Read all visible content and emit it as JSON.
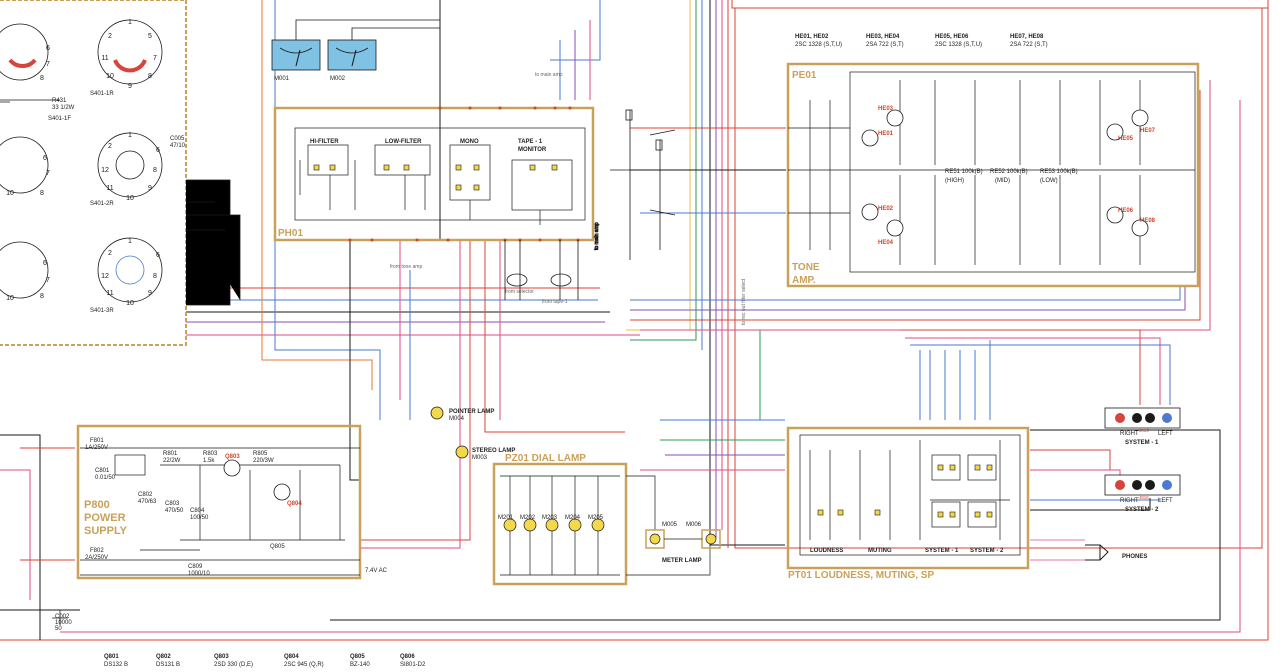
{
  "colors": {
    "block_outline": "#c9a15a",
    "wire_black": "#1a1a1a",
    "wire_red": "#d8433a",
    "wire_pink": "#e04a8a",
    "wire_orange": "#e37a2c",
    "wire_green": "#2e9a5a",
    "wire_blue": "#4a7bd0",
    "wire_purple": "#8a4fb0",
    "wire_yellow": "#e8c040",
    "meter_fill": "#7fc2e3",
    "lamp_fill": "#f2d84a"
  },
  "blocks": {
    "pe01": {
      "name": "PE01",
      "sub": "TONE",
      "sub2": "AMP."
    },
    "ph01": {
      "name": "PH01"
    },
    "p800": {
      "name": "P800",
      "sub": "POWER",
      "sub2": "SUPPLY"
    },
    "pz01": {
      "name": "PZ01 DIAL LAMP"
    },
    "pt01": {
      "name": "PT01 LOUDNESS, MUTING, SP"
    }
  },
  "ph01_labels": {
    "hi_filter": "HI-FILTER",
    "low_filter": "LOW-FILTER",
    "mono": "MONO",
    "tape_monitor_1": "TAPE - 1",
    "tape_monitor_2": "MONITOR"
  },
  "meters": [
    {
      "id": "M001"
    },
    {
      "id": "M002"
    }
  ],
  "transistor_header": [
    {
      "ids": "HE01, HE02",
      "part": "2SC 1328 (S,T,U)"
    },
    {
      "ids": "HE03, HE04",
      "part": "2SA 722 (S,T)"
    },
    {
      "ids": "HE05, HE06",
      "part": "2SC 1328 (S,T,U)"
    },
    {
      "ids": "HE07, HE08",
      "part": "2SA 722 (S,T)"
    }
  ],
  "tone_labels": {
    "q": [
      "HE01",
      "HE02",
      "HE03",
      "HE04",
      "HE05",
      "HE06",
      "HE07",
      "HE08"
    ],
    "high": "(HIGH)",
    "mid": "(MID)",
    "low": "(LOW)",
    "re51": "RE51 100k(B)",
    "re52": "RE52 100k(B)",
    "re53": "RE53 100k(B)"
  },
  "lamps": {
    "pointer": {
      "name": "POINTER LAMP",
      "id": "M004"
    },
    "stereo": {
      "name": "STEREO LAMP",
      "id": "M003"
    },
    "meter_lamp": "METER LAMP",
    "meter_ids": [
      "M005",
      "M006"
    ],
    "dial": [
      "M201",
      "M202",
      "M203",
      "M204",
      "M205"
    ]
  },
  "pt01_labels": {
    "loudness": "LOUDNESS",
    "muting": "MUTING",
    "system1": "SYSTEM - 1",
    "system2": "SYSTEM - 2"
  },
  "speakers": {
    "system1": {
      "right": "RIGHT",
      "left": "LEFT",
      "jack": "J815",
      "name": "SYSTEM - 1"
    },
    "system2": {
      "right": "RIGHT",
      "left": "LEFT",
      "jack": "J816",
      "name": "SYSTEM - 2"
    },
    "phones": "PHONES"
  },
  "misc": {
    "s401_1r": "S401-1R",
    "s401_2r": "S401-2R",
    "s401_3r": "S401-3R",
    "s401_1f": "S401-1F",
    "r431": "R431",
    "r431_val": "33  1/2W",
    "c005": "C005",
    "c005_val": "47/10",
    "to_main_amp": "to main amp",
    "from_tone_amp": "from tone amp",
    "from_selector": "from selector",
    "from_tape1": "from tape-1",
    "to_main_amp_v": "to main amp",
    "to_rec_out": "to rec out filter select",
    "vac": "7.4V AC",
    "c002": "C002",
    "c002_val": "10000",
    "c002_v": "50"
  },
  "parts_footer": [
    {
      "ref": "Q801",
      "part": "DS132 B"
    },
    {
      "ref": "Q802",
      "part": "DS131 B"
    },
    {
      "ref": "Q803",
      "part": "2SD 330 (D,E)"
    },
    {
      "ref": "Q804",
      "part": "2SC 945 (Q,R)"
    },
    {
      "ref": "Q805",
      "part": "BZ-140"
    },
    {
      "ref": "Q806",
      "part": "SI801-D2"
    }
  ],
  "power_labels": {
    "q803": "Q803",
    "q804": "Q804",
    "q805": "Q805",
    "f801": "F801",
    "f801_val": "1A/250V",
    "f802": "F802",
    "f802_val": "2A/250V",
    "c801": "C801",
    "c801_val": "0.01/50",
    "c802": "C802",
    "c802_val": "470/63",
    "c803": "C803",
    "c803_val": "470/50",
    "c804": "C804",
    "c804_val": "100/50",
    "c809": "C809",
    "c809_val": "1000/10",
    "r801": "R801",
    "r801_val": "22/2W",
    "r803": "R803",
    "r803_val": "1.5k",
    "r805": "R805",
    "r805_val": "220/3W"
  }
}
